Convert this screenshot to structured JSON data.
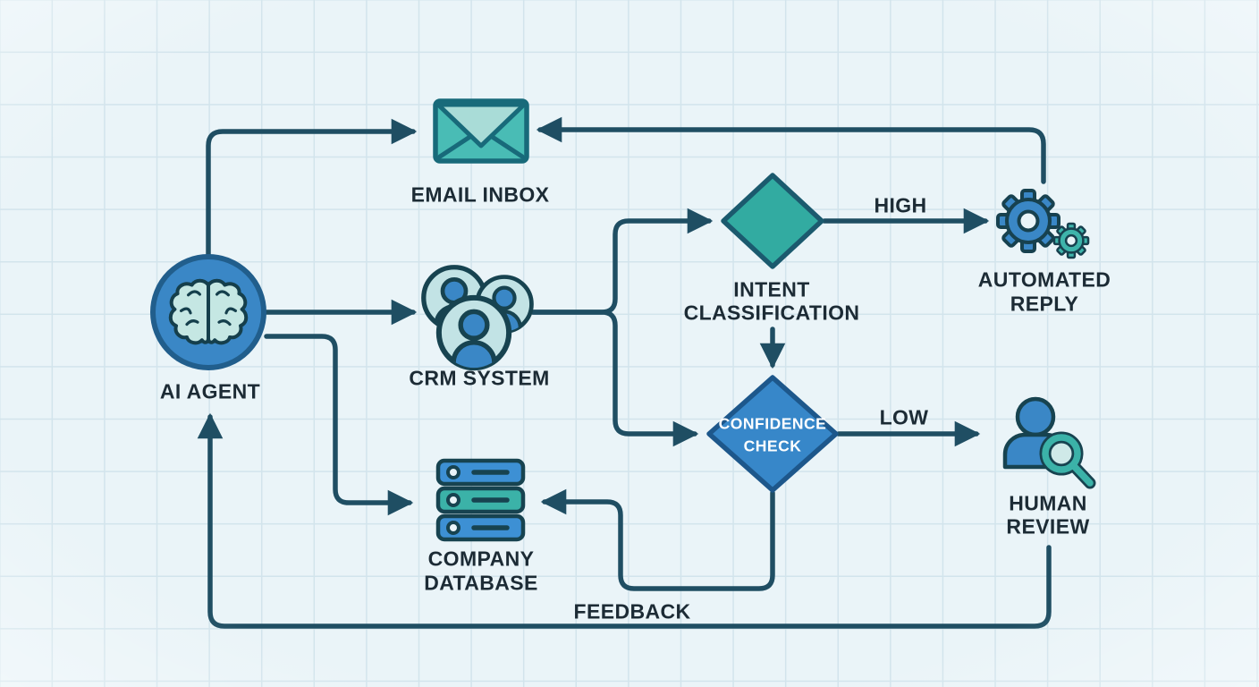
{
  "diagram": {
    "type": "flowchart",
    "background_color": "#eaf4f8",
    "grid_color": "#d2e4ec",
    "connector_color": "#1f4e63",
    "text_color": "#1c2b35",
    "nodes": {
      "ai_agent": {
        "lines": [
          "AI AGENT"
        ],
        "icon": "brain-icon",
        "shape": "circle",
        "color": "#3a87c6"
      },
      "email_inbox": {
        "lines": [
          "EMAIL INBOX"
        ],
        "icon": "envelope-icon",
        "color": "#49bcb5"
      },
      "crm_system": {
        "lines": [
          "CRM SYSTEM"
        ],
        "icon": "users-icon",
        "color": "#3a87c6"
      },
      "company_database": {
        "lines": [
          "COMPANY",
          "DATABASE"
        ],
        "icon": "server-stack-icon",
        "color": "#3d90d4"
      },
      "intent_classification": {
        "lines": [
          "INTENT",
          "CLASSIFICATION"
        ],
        "shape": "diamond",
        "color": "#32aba1"
      },
      "confidence_check": {
        "lines": [
          "CONFIDENCE",
          "CHECK"
        ],
        "shape": "diamond",
        "color": "#3787c9",
        "text_color": "#ffffff"
      },
      "automated_reply": {
        "lines": [
          "AUTOMATED",
          "REPLY"
        ],
        "icon": "gears-icon",
        "color": "#3a87c6"
      },
      "human_review": {
        "lines": [
          "HUMAN",
          "REVIEW"
        ],
        "icon": "person-magnifier-icon",
        "color": "#3a87c6"
      }
    },
    "edge_labels": {
      "high": "HIGH",
      "low": "LOW",
      "feedback": "FEEDBACK"
    },
    "edges": [
      {
        "from": "ai_agent",
        "to": "email_inbox",
        "label": ""
      },
      {
        "from": "ai_agent",
        "to": "crm_system",
        "label": ""
      },
      {
        "from": "ai_agent",
        "to": "company_database",
        "label": ""
      },
      {
        "from": "crm_system",
        "to": "intent_classification",
        "label": ""
      },
      {
        "from": "crm_system",
        "to": "confidence_check",
        "label": ""
      },
      {
        "from": "intent_classification",
        "to": "confidence_check",
        "label": ""
      },
      {
        "from": "intent_classification",
        "to": "automated_reply",
        "label": "HIGH"
      },
      {
        "from": "confidence_check",
        "to": "human_review",
        "label": "LOW"
      },
      {
        "from": "confidence_check",
        "to": "company_database",
        "label": ""
      },
      {
        "from": "automated_reply",
        "to": "email_inbox",
        "label": ""
      },
      {
        "from": "human_review",
        "to": "ai_agent",
        "label": "FEEDBACK"
      }
    ]
  }
}
